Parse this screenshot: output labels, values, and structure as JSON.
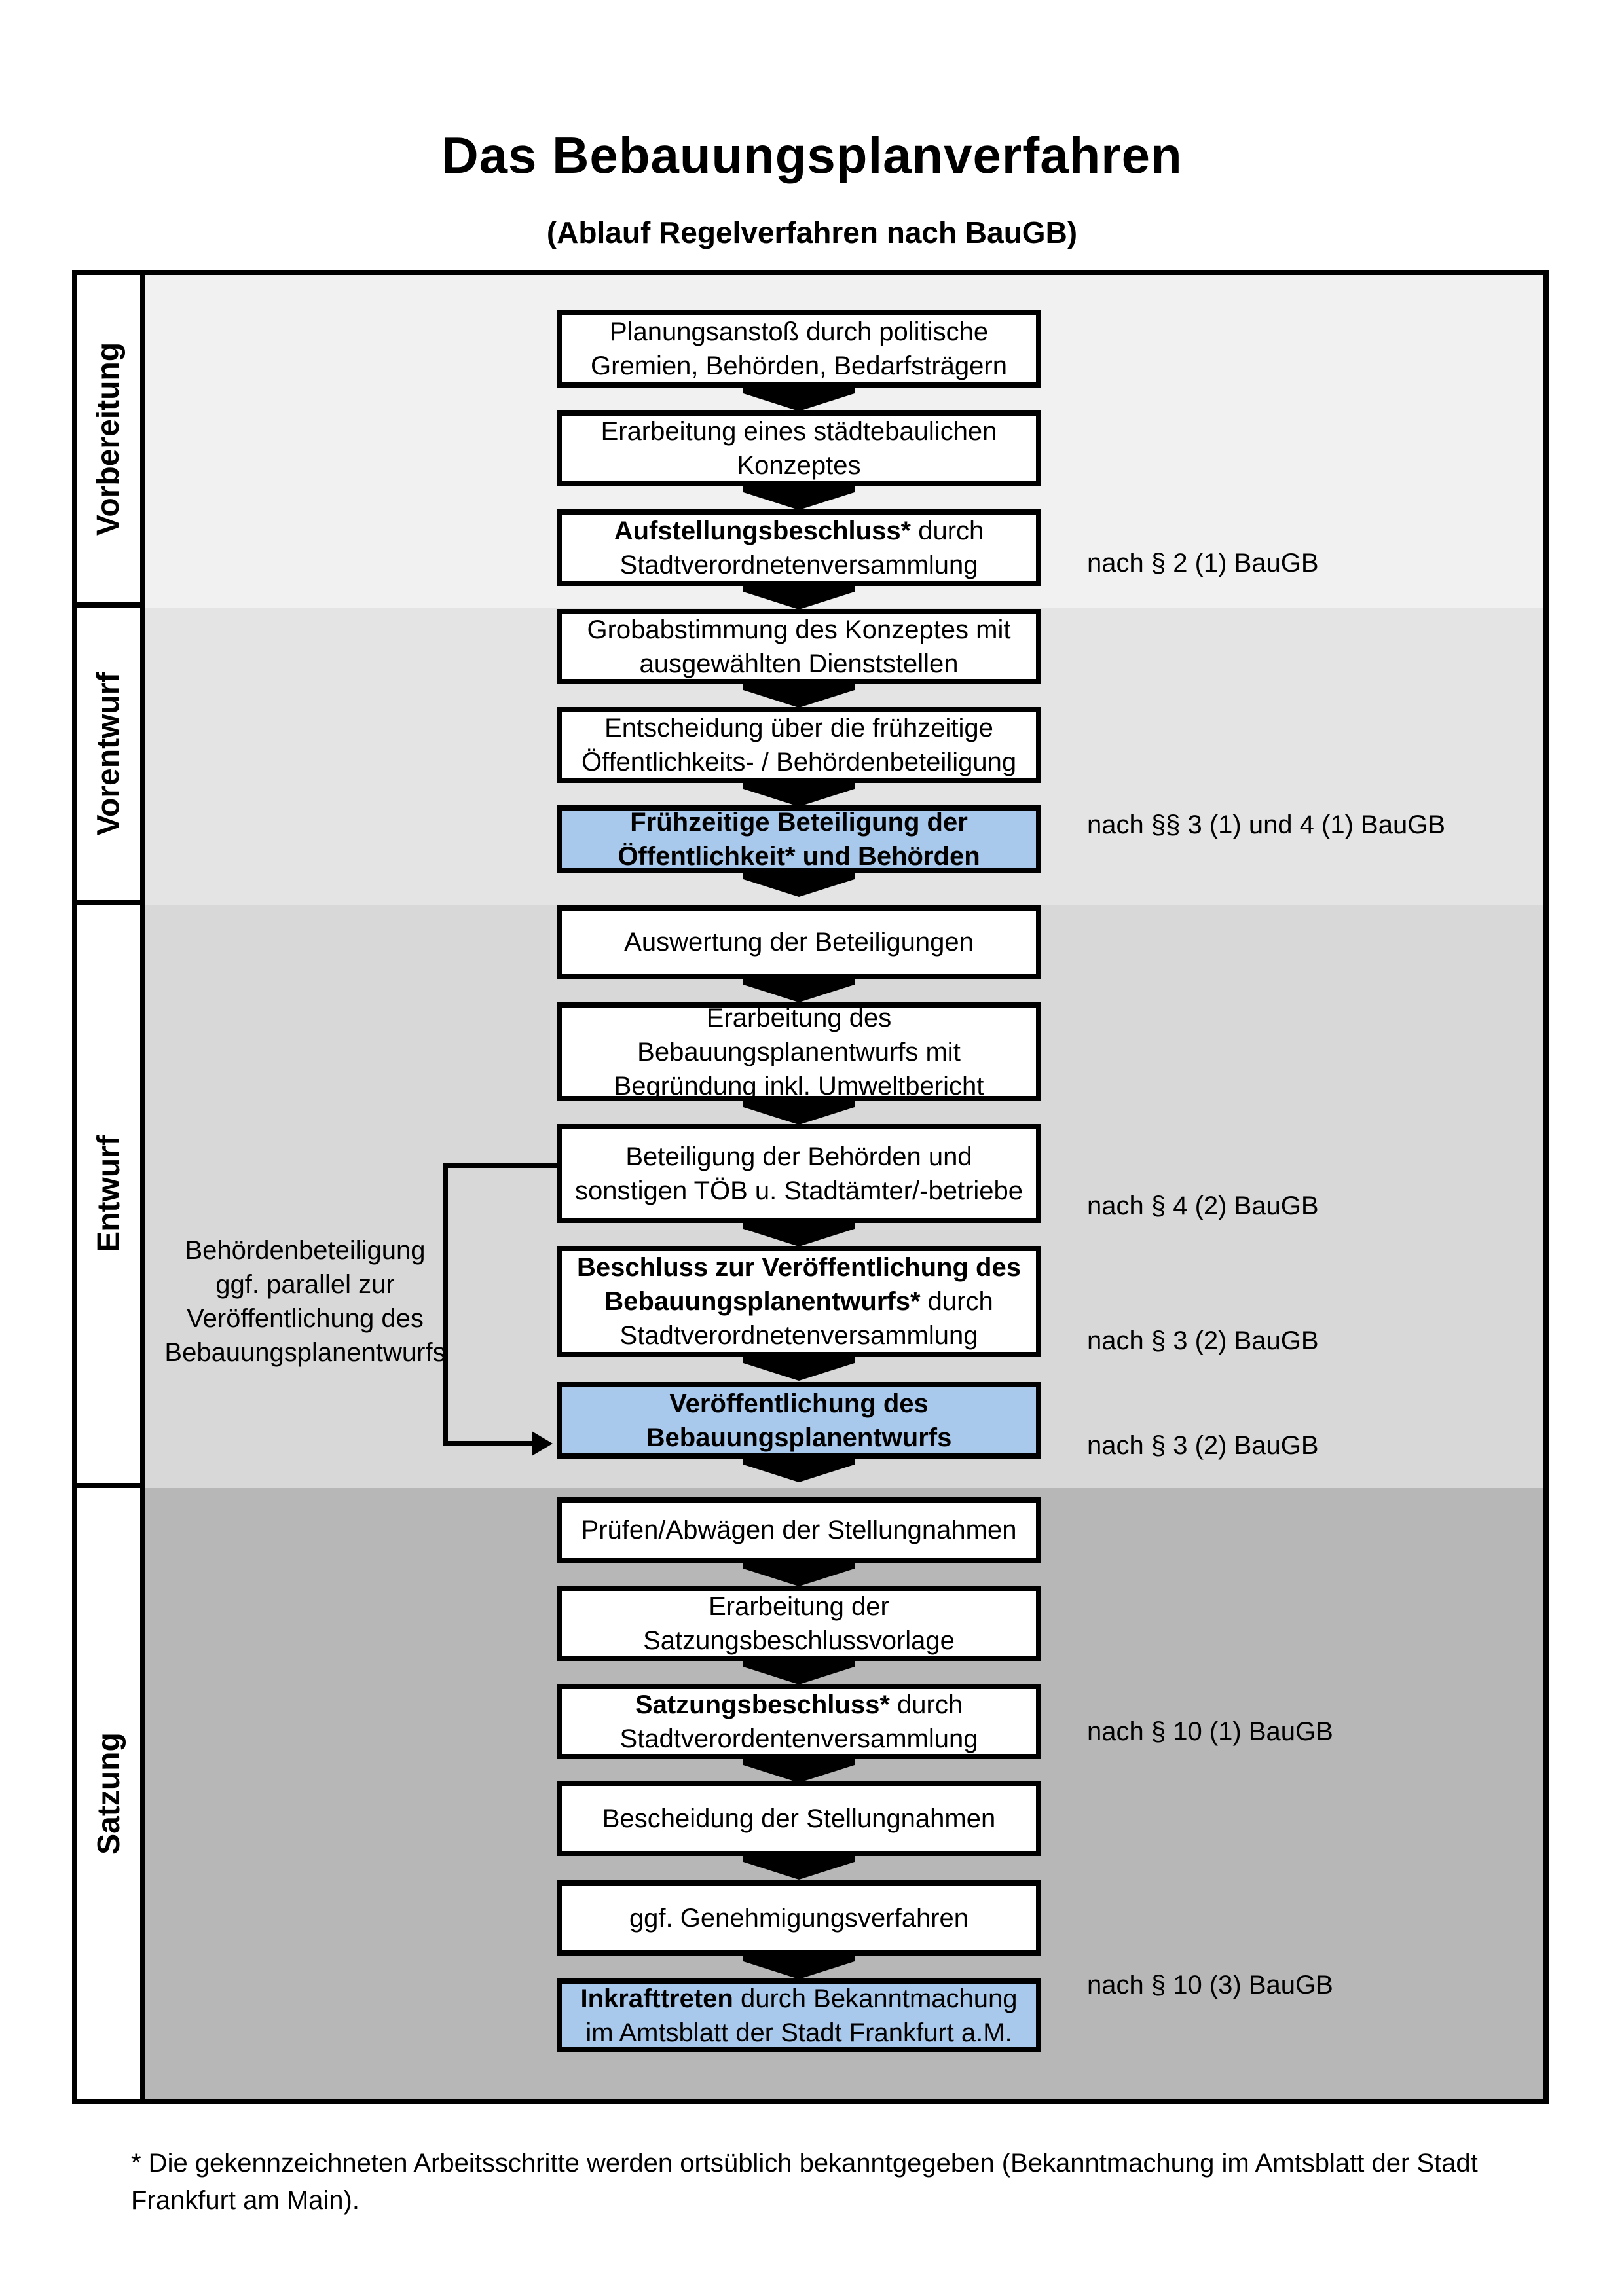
{
  "page": {
    "title": "Das Bebauungsplanverfahren",
    "subtitle": "(Ablauf Regelverfahren nach BauGB)"
  },
  "colors": {
    "highlight_blue": "#a9c9ec",
    "band_vorbereitung": "#f1f1f1",
    "band_vorentwurf": "#e4e4e4",
    "band_entwurf": "#d8d8d8",
    "band_satzung": "#b7b7b7",
    "box_border": "#000000"
  },
  "phases": [
    {
      "label": "Vorbereitung"
    },
    {
      "label": "Vorentwurf"
    },
    {
      "label": "Entwurf"
    },
    {
      "label": "Satzung"
    }
  ],
  "steps": [
    {
      "highlight": false,
      "lines": [
        [
          {
            "t": "Planungsanstoß durch politische",
            "b": false
          }
        ],
        [
          {
            "t": "Gremien, Behörden, Bedarfsträgern",
            "b": false
          }
        ]
      ]
    },
    {
      "highlight": false,
      "lines": [
        [
          {
            "t": "Erarbeitung eines städtebaulichen",
            "b": false
          }
        ],
        [
          {
            "t": "Konzeptes",
            "b": false
          }
        ]
      ]
    },
    {
      "highlight": false,
      "lines": [
        [
          {
            "t": "Aufstellungsbeschluss*",
            "b": true
          },
          {
            "t": " durch",
            "b": false
          }
        ],
        [
          {
            "t": "Stadtverordnetenversammlung",
            "b": false
          }
        ]
      ]
    },
    {
      "highlight": false,
      "lines": [
        [
          {
            "t": "Grobabstimmung des Konzeptes mit",
            "b": false
          }
        ],
        [
          {
            "t": "ausgewählten Dienststellen",
            "b": false
          }
        ]
      ]
    },
    {
      "highlight": false,
      "lines": [
        [
          {
            "t": "Entscheidung über die frühzeitige",
            "b": false
          }
        ],
        [
          {
            "t": "Öffentlichkeits- / Behördenbeteiligung",
            "b": false
          }
        ]
      ]
    },
    {
      "highlight": true,
      "lines": [
        [
          {
            "t": "Frühzeitige Beteiligung der",
            "b": true
          }
        ],
        [
          {
            "t": "Öffentlichkeit* und Behörden",
            "b": true
          }
        ]
      ]
    },
    {
      "highlight": false,
      "lines": [
        [
          {
            "t": "Auswertung der Beteiligungen",
            "b": false
          }
        ]
      ]
    },
    {
      "highlight": false,
      "lines": [
        [
          {
            "t": "Erarbeitung des",
            "b": false
          }
        ],
        [
          {
            "t": "Bebauungsplanentwurfs mit",
            "b": false
          }
        ],
        [
          {
            "t": "Begründung inkl. Umweltbericht",
            "b": false
          }
        ]
      ]
    },
    {
      "highlight": false,
      "lines": [
        [
          {
            "t": "Beteiligung der Behörden und",
            "b": false
          }
        ],
        [
          {
            "t": "sonstigen TÖB u. Stadtämter/-betriebe",
            "b": false
          }
        ]
      ]
    },
    {
      "highlight": false,
      "lines": [
        [
          {
            "t": "Beschluss zur Veröffentlichung des",
            "b": true
          }
        ],
        [
          {
            "t": "Bebauungsplanentwurfs*",
            "b": true
          },
          {
            "t": " durch",
            "b": false
          }
        ],
        [
          {
            "t": "Stadtverordnetenversammlung",
            "b": false
          }
        ]
      ]
    },
    {
      "highlight": true,
      "lines": [
        [
          {
            "t": "Veröffentlichung des",
            "b": true
          }
        ],
        [
          {
            "t": "Bebauungsplanentwurfs",
            "b": true
          }
        ]
      ]
    },
    {
      "highlight": false,
      "lines": [
        [
          {
            "t": "Prüfen/Abwägen der Stellungnahmen",
            "b": false
          }
        ]
      ]
    },
    {
      "highlight": false,
      "lines": [
        [
          {
            "t": "Erarbeitung der",
            "b": false
          }
        ],
        [
          {
            "t": "Satzungsbeschlussvorlage",
            "b": false
          }
        ]
      ]
    },
    {
      "highlight": false,
      "lines": [
        [
          {
            "t": "Satzungsbeschluss*",
            "b": true
          },
          {
            "t": " durch",
            "b": false
          }
        ],
        [
          {
            "t": "Stadtverordentenversammlung",
            "b": false
          }
        ]
      ]
    },
    {
      "highlight": false,
      "lines": [
        [
          {
            "t": "Bescheidung der Stellungnahmen",
            "b": false
          }
        ]
      ]
    },
    {
      "highlight": false,
      "lines": [
        [
          {
            "t": "ggf. Genehmigungsverfahren",
            "b": false
          }
        ]
      ]
    },
    {
      "highlight": true,
      "lines": [
        [
          {
            "t": "Inkrafttreten",
            "b": true
          },
          {
            "t": " durch Bekanntmachung",
            "b": false
          }
        ],
        [
          {
            "t": "im Amtsblatt der Stadt Frankfurt a.M.",
            "b": false
          }
        ]
      ]
    }
  ],
  "side_note": {
    "lines": [
      "Behördenbeteiligung",
      "ggf. parallel zur",
      "Veröffentlichung des",
      "Bebauungsplanentwurfs"
    ]
  },
  "legal_refs": [
    {
      "text": "nach § 2 (1) BauGB"
    },
    {
      "text": "nach §§ 3 (1) und 4 (1) BauGB"
    },
    {
      "text": "nach § 4 (2) BauGB"
    },
    {
      "text": "nach § 3 (2) BauGB"
    },
    {
      "text": "nach § 3 (2) BauGB"
    },
    {
      "text": "nach § 10 (1) BauGB"
    },
    {
      "text": "nach § 10 (3) BauGB"
    }
  ],
  "footnote": {
    "lines": [
      "* Die gekennzeichneten Arbeitsschritte werden ortsüblich bekanntgegeben (Bekanntmachung im Amtsblatt  der Stadt",
      "Frankfurt am Main)."
    ]
  }
}
